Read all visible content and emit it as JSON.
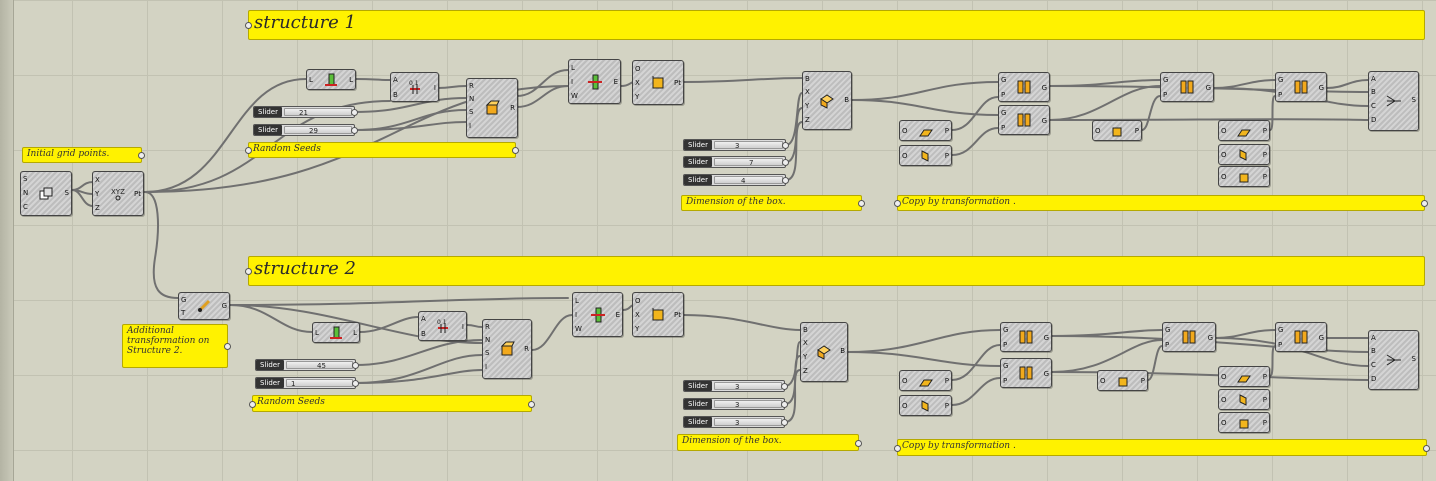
{
  "headings": {
    "structure_1": "structure 1",
    "structure_2": "structure 2"
  },
  "notes": {
    "initial_grid": "Initial grid points.",
    "random_seeds_1": "Random Seeds",
    "random_seeds_2": "Random Seeds",
    "dimension_1": "Dimension of the box.",
    "dimension_2": "Dimension of the box.",
    "copy_1": "Copy by transformation .",
    "copy_2": "Copy by transformation .",
    "additional_transform": "Additional transformation on Structure 2."
  },
  "slider_label": "Slider",
  "sliders": {
    "s1_seed_a": "21",
    "s1_seed_b": "29",
    "s1_dim_x": "3",
    "s1_dim_y": "7",
    "s1_dim_z": "4",
    "s2_seed_a": "45",
    "s2_seed_b": "1",
    "s2_dim_x": "3",
    "s2_dim_y": "3",
    "s2_dim_z": "3"
  },
  "ports": {
    "S": "S",
    "N": "N",
    "C": "C",
    "X": "X",
    "Y": "Y",
    "Z": "Z",
    "Pt": "Pt",
    "L": "L",
    "A": "A",
    "B": "B",
    "I": "I",
    "R": "R",
    "W": "W",
    "E": "E",
    "O": "O",
    "P": "P",
    "G": "G",
    "T": "T",
    "D": "D"
  },
  "colors": {
    "canvas": "#d3d3c3",
    "panel": "#fff200",
    "component": "#c8c8c8",
    "wire": "#707070"
  }
}
